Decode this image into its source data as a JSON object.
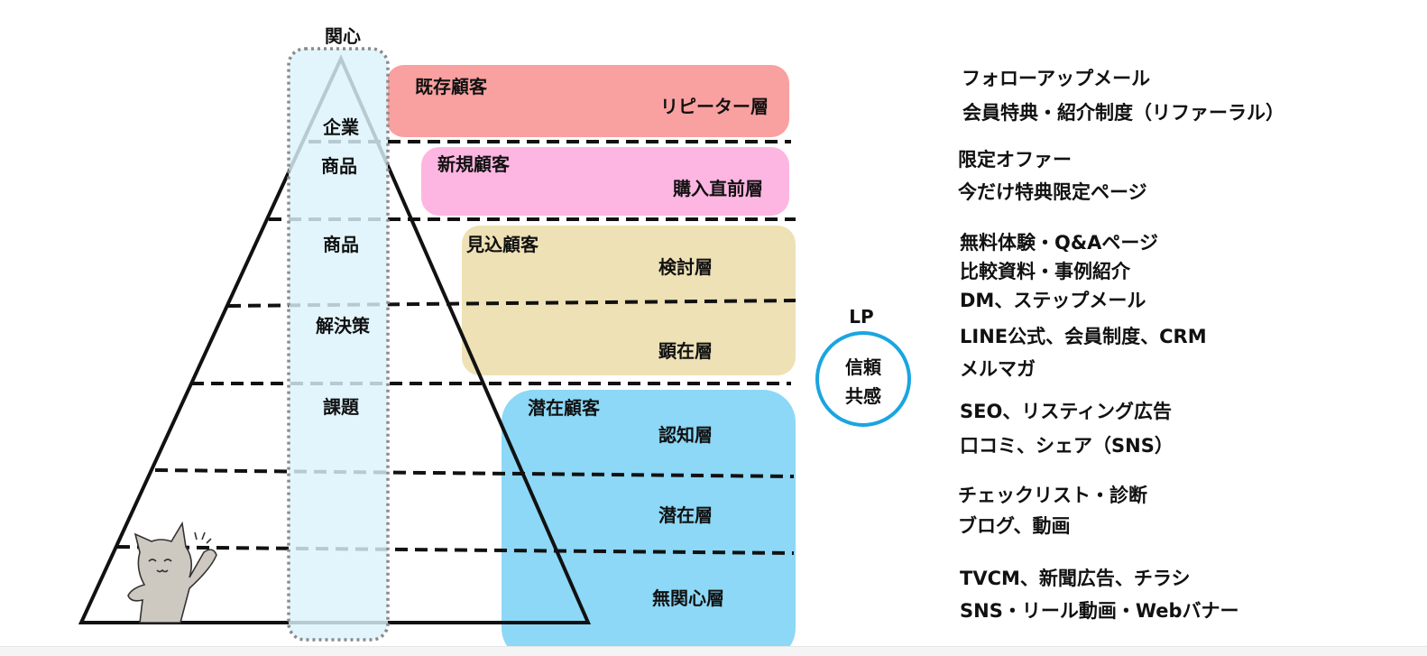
{
  "colors": {
    "existing": "#f9a0a0",
    "new": "#fdb6e2",
    "prospect": "#ede1b5",
    "latent": "#8cd8f6",
    "interest_column": "#dcf3fc",
    "lp_circle": "#1aa5e0"
  },
  "interest_column": {
    "title": "関心",
    "items": [
      "企業",
      "商品",
      "商品",
      "解決策",
      "課題"
    ]
  },
  "segments": [
    {
      "group": "既存顧客",
      "layer": "リピーター層"
    },
    {
      "group": "新規顧客",
      "layer": "購入直前層"
    },
    {
      "group": "見込顧客",
      "layers": [
        "検討層",
        "顕在層"
      ]
    },
    {
      "group": "潜在顧客",
      "layers": [
        "認知層",
        "潜在層",
        "無関心層"
      ]
    }
  ],
  "lp": {
    "title": "LP",
    "line1": "信頼",
    "line2": "共感"
  },
  "tactics": [
    "フォローアップメール",
    "会員特典・紹介制度（リファーラル）",
    "限定オファー",
    "今だけ特典限定ページ",
    "無料体験・Q&Aページ",
    "比較資料・事例紹介",
    "DM、ステップメール",
    "LINE公式、会員制度、CRM",
    "メルマガ",
    "SEO、リスティング広告",
    "口コミ、シェア（SNS）",
    "チェックリスト・診断",
    "ブログ、動画",
    "TVCM、新聞広告、チラシ",
    "SNS・リール動画・Webバナー"
  ]
}
